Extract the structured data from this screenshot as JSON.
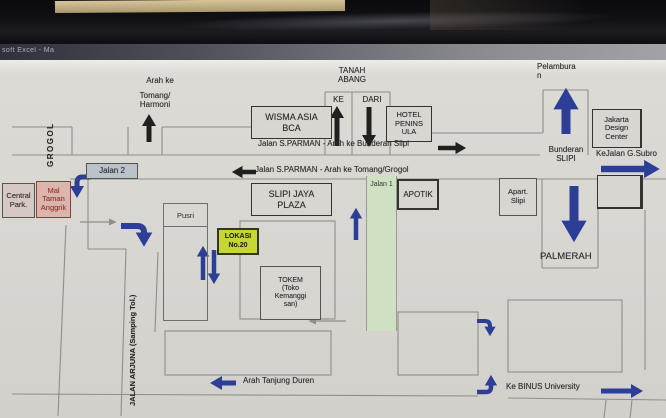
{
  "window": {
    "title_fragment": "soft Excel - Ma"
  },
  "colors": {
    "screen": "#d8d6d1",
    "ink": "#20201e",
    "navy": "#2c3e96",
    "roadline": "#8e8e8a",
    "lokasi_bg": "#c6d733",
    "jalan1_bg": "#cfe0c3",
    "jalan2_bg": "#b9c3c9",
    "mal_bg": "#dcb6ae",
    "mal_text": "#9c352c",
    "central_bg": "#d6c9c3"
  },
  "icons": {
    "up_arrow": "▲",
    "down_arrow": "▼",
    "left_arrow": "◀",
    "right_arrow": "▶",
    "elbow_arrow": "curved-corner-arrow"
  },
  "map": {
    "top": {
      "arah_ke": "Arah ke",
      "tomang_harmoni": "Tomang/\nHarmoni",
      "tanah_abang": "TANAH\nABANG",
      "ke": "KE",
      "dari": "DARI",
      "pelamburan": "Pelambura\nn"
    },
    "landmarks": {
      "wisma": "WISMA ASIA\nBCA",
      "hotel": "HOTEL\nPENINS\nULA",
      "jdc": "Jakarta\nDesign\nCenter",
      "central_park": "Central\nPark.",
      "mal_taman": "Mal\nTaman\nAnggrik",
      "slipi_jaya": "SLIPI JAYA\nPLAZA",
      "apotik": "APOTIK",
      "apart_slipi": "Apart.\nSlipi",
      "pusri": "Pusri",
      "lokasi": "LOKASI\nNo.20",
      "tokem": "TOKEM\n(Toko\nKemanggi\nsan)",
      "palmerah": "PALMERAH"
    },
    "roads": {
      "sparman_slipi": "Jalan S.PARMAN - Arah ke Bunderan Slipi",
      "sparman_grogol": "Jalan S.PARMAN - Arah ke Tomang/Grogol",
      "bunderan_slipi": "Bunderan\nSLIPI",
      "ke_jalan_gsubro": "KeJalan G.Subro",
      "grogol": "GROGOL",
      "jalan1": "Jalan 1",
      "jalan2": "Jalan 2",
      "jalan_arjuna": "JALAN ARJUNA (Samping Tol.)",
      "arah_tanjung_duren": "Arah Tanjung Duren",
      "ke_binus": "Ke BINUS University"
    }
  }
}
